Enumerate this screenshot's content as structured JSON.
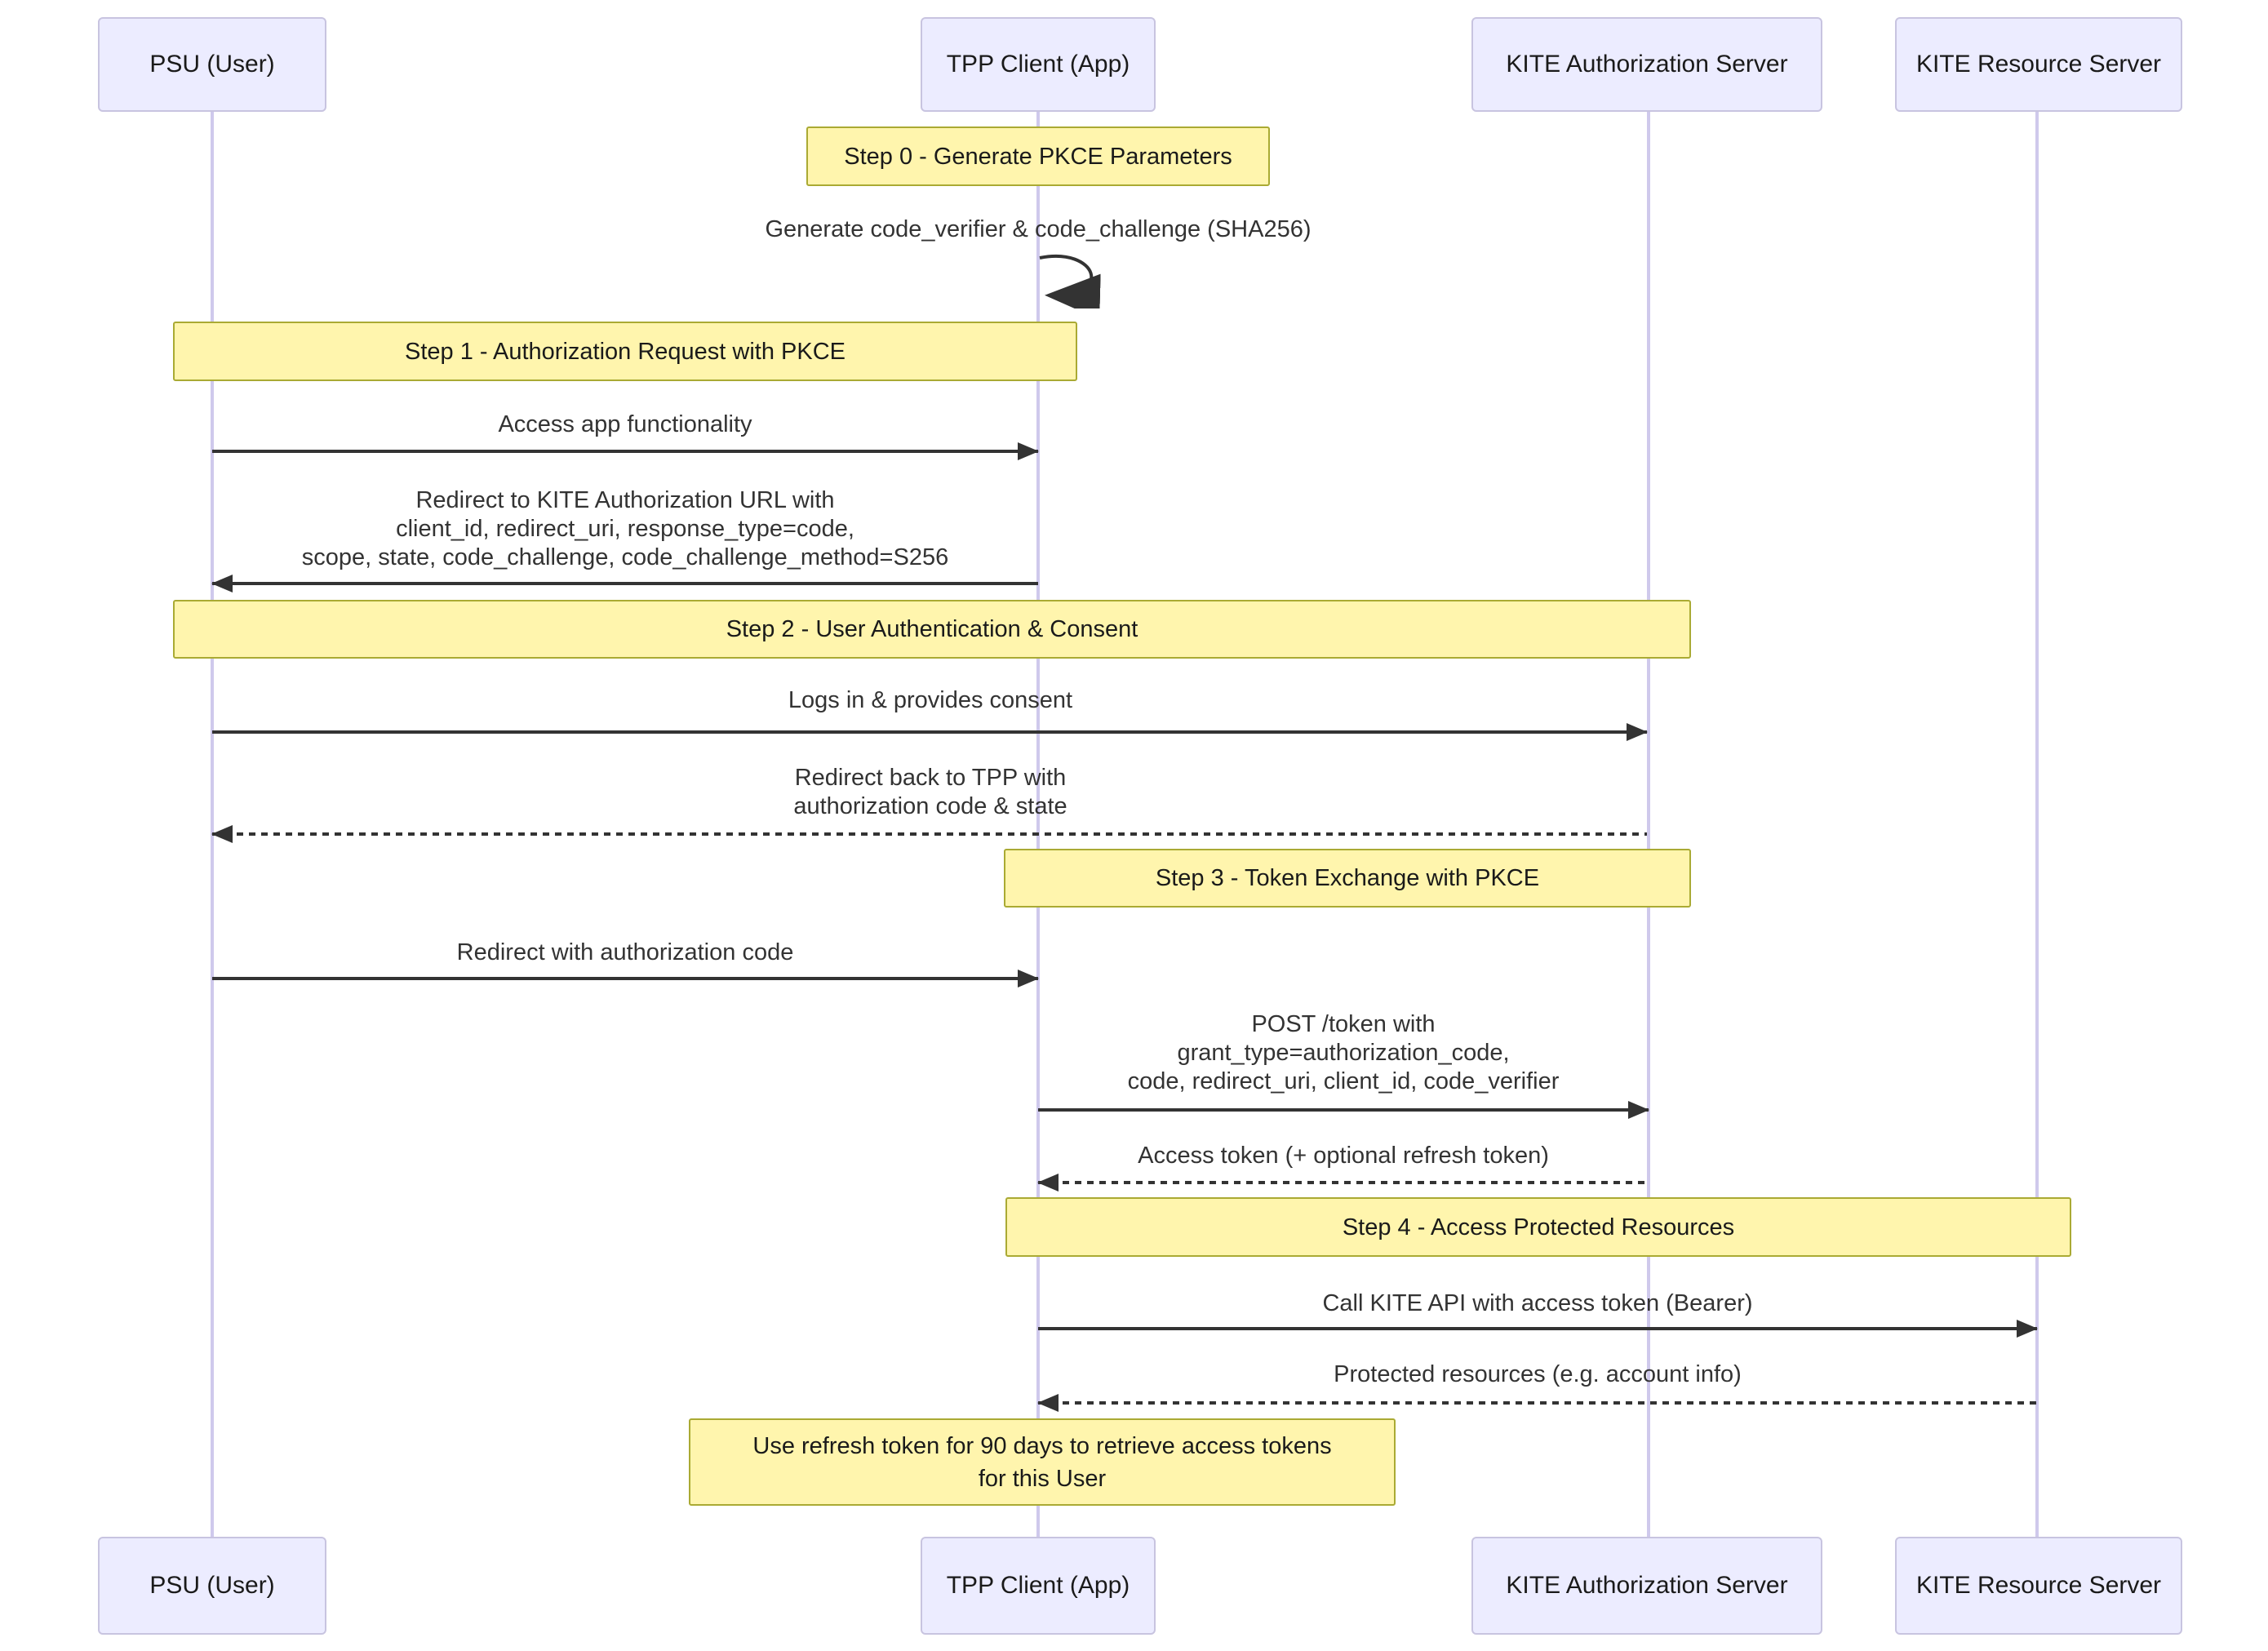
{
  "diagram": {
    "type": "sequence-diagram",
    "actors": [
      {
        "id": "psu",
        "label": "PSU (User)"
      },
      {
        "id": "tpp",
        "label": "TPP Client (App)"
      },
      {
        "id": "auth",
        "label": "KITE Authorization Server"
      },
      {
        "id": "resource",
        "label": "KITE Resource Server"
      }
    ],
    "notes": [
      {
        "id": "step0",
        "label": "Step 0 - Generate PKCE Parameters"
      },
      {
        "id": "step1",
        "label": "Step 1 - Authorization Request with PKCE"
      },
      {
        "id": "step2",
        "label": "Step 2 - User Authentication & Consent"
      },
      {
        "id": "step3",
        "label": "Step 3 - Token Exchange with PKCE"
      },
      {
        "id": "step4",
        "label": "Step 4 - Access Protected Resources"
      },
      {
        "id": "refresh",
        "lines": [
          "Use refresh token for 90 days to retrieve access tokens",
          "for this User"
        ]
      }
    ],
    "messages": [
      {
        "id": "generate-pkce",
        "from": "tpp",
        "to": "tpp",
        "style": "self",
        "lines": [
          "Generate code_verifier & code_challenge (SHA256)"
        ]
      },
      {
        "id": "access-app",
        "from": "psu",
        "to": "tpp",
        "style": "solid",
        "lines": [
          "Access app functionality"
        ]
      },
      {
        "id": "redirect-to-kite",
        "from": "tpp",
        "to": "psu",
        "style": "solid",
        "lines": [
          "Redirect to KITE Authorization URL with",
          "client_id, redirect_uri, response_type=code,",
          "scope, state, code_challenge, code_challenge_method=S256"
        ]
      },
      {
        "id": "login-consent",
        "from": "psu",
        "to": "auth",
        "style": "solid",
        "lines": [
          "Logs in & provides consent"
        ]
      },
      {
        "id": "redirect-back",
        "from": "auth",
        "to": "psu",
        "style": "dashed",
        "lines": [
          "Redirect back to TPP with",
          "authorization code & state"
        ]
      },
      {
        "id": "redirect-authcode",
        "from": "psu",
        "to": "tpp",
        "style": "solid",
        "lines": [
          "Redirect with authorization code"
        ]
      },
      {
        "id": "post-token",
        "from": "tpp",
        "to": "auth",
        "style": "solid",
        "lines": [
          "POST /token with",
          "grant_type=authorization_code,",
          "code, redirect_uri, client_id, code_verifier"
        ]
      },
      {
        "id": "access-token",
        "from": "auth",
        "to": "tpp",
        "style": "dashed",
        "lines": [
          "Access token (+ optional refresh token)"
        ]
      },
      {
        "id": "call-api",
        "from": "tpp",
        "to": "resource",
        "style": "solid",
        "lines": [
          "Call KITE API with access token (Bearer)"
        ]
      },
      {
        "id": "protected-resources",
        "from": "resource",
        "to": "tpp",
        "style": "dashed",
        "lines": [
          "Protected resources (e.g. account info)"
        ]
      }
    ],
    "colors": {
      "actor_fill": "#ececff",
      "actor_border": "#c8c4e0",
      "note_fill": "#fff5ad",
      "note_border": "#aaaa33",
      "lifeline": "#cfc9ec",
      "arrow": "#333333",
      "text": "#1a1a1a",
      "message_text": "#333333"
    }
  }
}
